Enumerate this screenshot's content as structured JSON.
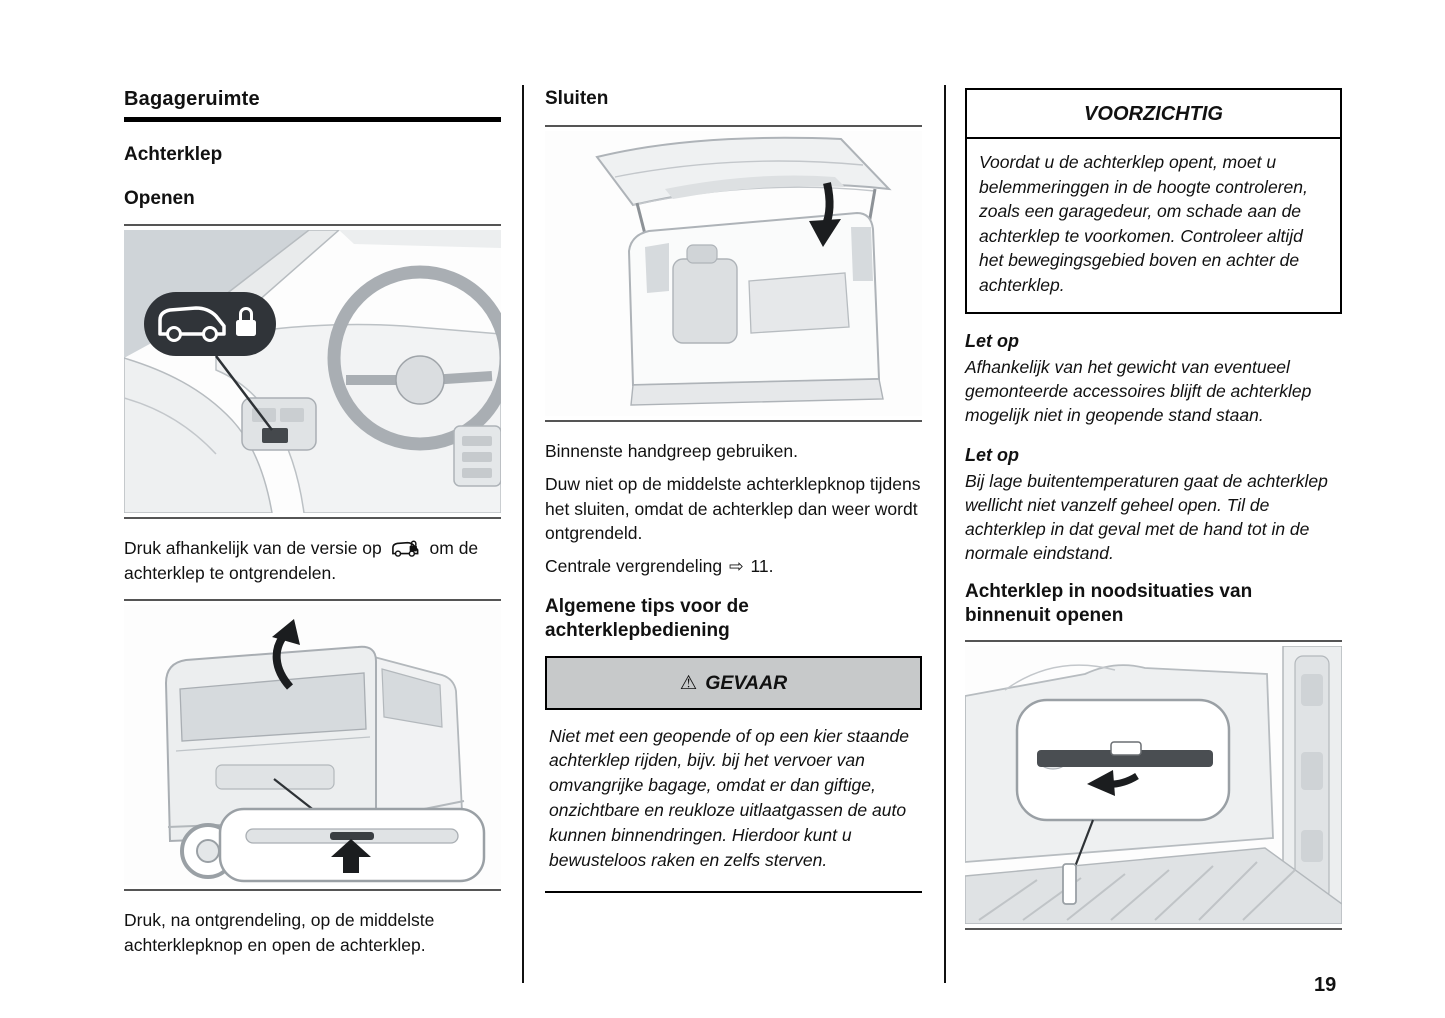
{
  "page": {
    "number": "19"
  },
  "left": {
    "section_title": "Bagageruimte",
    "heading_achterklep": "Achterklep",
    "heading_openen": "Openen",
    "para_unlock_pre": "Druk afhankelijk van de versie op",
    "para_unlock_post": "om de achterklep te ontgrendelen.",
    "para_open": "Druk, na ontgrendeling, op de middelste achterklepknop en open de achterklep."
  },
  "middle": {
    "heading_sluiten": "Sluiten",
    "para_handle": "Binnenste handgreep gebruiken.",
    "para_push": "Duw niet op de middelste achterklepknop tijdens het sluiten, omdat de achterklep dan weer wordt ontgrendeld.",
    "para_central_pre": "Centrale vergrendeling",
    "reference_arrow": "⇨",
    "para_central_ref": "11.",
    "tips_heading": "Algemene tips voor de achterklepbediening",
    "danger": {
      "icon": "⚠",
      "title": "GEVAAR",
      "body": "Niet met een geopende of op een kier staande achterklep rijden, bijv. bij het vervoer van omvangrijke bagage, omdat er dan giftige, onzichtbare en reukloze uitlaatgassen de auto kunnen binnendringen. Hierdoor kunt u bewusteloos raken en zelfs sterven."
    }
  },
  "right": {
    "caution": {
      "title": "VOORZICHTIG",
      "body": "Voordat u de achterklep opent, moet u belemmeringgen in de hoogte controleren, zoals een garagedeur, om schade aan de achterklep te voorkomen. Controleer altijd het bewegingsgebied boven en achter de achterklep."
    },
    "note1_label": "Let op",
    "note1_body": "Afhankelijk van het gewicht van eventueel gemonteerde accessoires blijft de achterklep mogelijk niet in geopende stand staan.",
    "note2_label": "Let op",
    "note2_body": "Bij lage buitentemperaturen gaat de achterklep wellicht niet vanzelf geheel open. Til de achterklep in dat geval met de hand tot in de normale eindstand.",
    "emergency_heading": "Achterklep in noodsituaties van binnenuit openen"
  }
}
